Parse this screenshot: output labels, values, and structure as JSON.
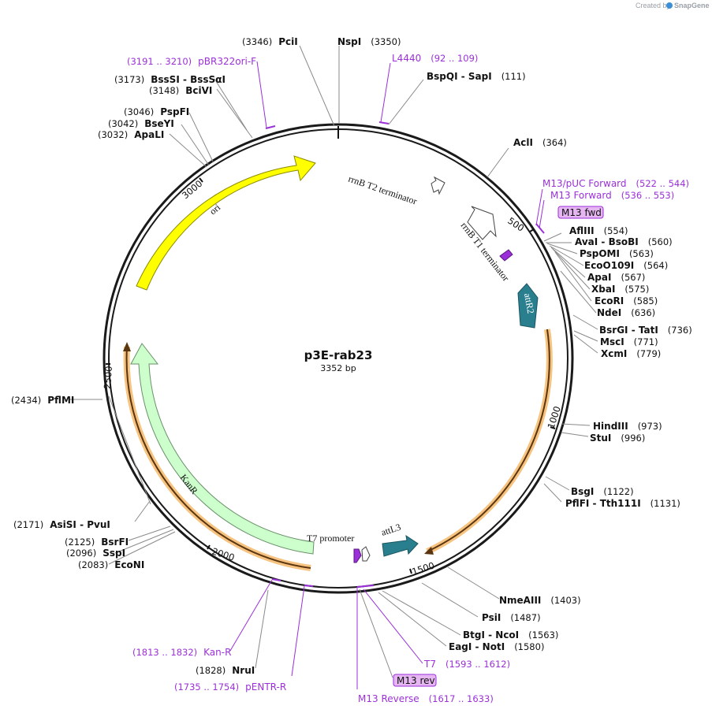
{
  "credit": {
    "prefix": "Created by",
    "brand": "SnapGene"
  },
  "plasmid": {
    "name": "p3E-rab23",
    "size": "3352 bp"
  },
  "ruler": [
    "500",
    "1000",
    "1500",
    "2000",
    "2500",
    "3000"
  ],
  "features": {
    "ori": "ori",
    "kanr": "KanR",
    "attr2": "attR2",
    "attl3": "attL3",
    "rrnb_t2": "rrnB T2 terminator",
    "rrnb_t1": "rrnB T1 terminator",
    "t7_promoter": "T7 promoter"
  },
  "boxes": [
    "M13 fwd",
    "M13 rev"
  ],
  "sites": [
    {
      "pos": "(3346)",
      "name": "PciI",
      "kind": "enzyme",
      "anchor": "end-left"
    },
    {
      "pos": "(3350)",
      "name": "NspI",
      "kind": "enzyme",
      "anchor": "start"
    },
    {
      "pos": "(3191 .. 3210)",
      "name": "pBR322ori-F",
      "kind": "primer"
    },
    {
      "pos": "(92 .. 109)",
      "name": "L4440",
      "kind": "primer"
    },
    {
      "pos": "(111)",
      "name": "BspQI - SapI",
      "kind": "enzyme"
    },
    {
      "pos": "(3173)",
      "name": "BssSI - BssSαI",
      "kind": "enzyme"
    },
    {
      "pos": "(3148)",
      "name": "BciVI",
      "kind": "enzyme"
    },
    {
      "pos": "(3046)",
      "name": "PspFI",
      "kind": "enzyme"
    },
    {
      "pos": "(3042)",
      "name": "BseYI",
      "kind": "enzyme"
    },
    {
      "pos": "(3032)",
      "name": "ApaLI",
      "kind": "enzyme"
    },
    {
      "pos": "(364)",
      "name": "AclI",
      "kind": "enzyme"
    },
    {
      "pos": "(522 .. 544)",
      "name": "M13/pUC Forward",
      "kind": "primer"
    },
    {
      "pos": "(536 .. 553)",
      "name": "M13 Forward",
      "kind": "primer"
    },
    {
      "pos": "(554)",
      "name": "AflIII",
      "kind": "enzyme"
    },
    {
      "pos": "(560)",
      "name": "AvaI - BsoBI",
      "kind": "enzyme"
    },
    {
      "pos": "(563)",
      "name": "PspOMI",
      "kind": "enzyme"
    },
    {
      "pos": "(564)",
      "name": "EcoO109I",
      "kind": "enzyme"
    },
    {
      "pos": "(567)",
      "name": "ApaI",
      "kind": "enzyme"
    },
    {
      "pos": "(575)",
      "name": "XbaI",
      "kind": "enzyme"
    },
    {
      "pos": "(585)",
      "name": "EcoRI",
      "kind": "enzyme"
    },
    {
      "pos": "(636)",
      "name": "NdeI",
      "kind": "enzyme"
    },
    {
      "pos": "(736)",
      "name": "BsrGI - TatI",
      "kind": "enzyme"
    },
    {
      "pos": "(771)",
      "name": "MscI",
      "kind": "enzyme"
    },
    {
      "pos": "(779)",
      "name": "XcmI",
      "kind": "enzyme"
    },
    {
      "pos": "(973)",
      "name": "HindIII",
      "kind": "enzyme"
    },
    {
      "pos": "(996)",
      "name": "StuI",
      "kind": "enzyme"
    },
    {
      "pos": "(1122)",
      "name": "BsgI",
      "kind": "enzyme"
    },
    {
      "pos": "(1131)",
      "name": "PflFI - Tth111I",
      "kind": "enzyme"
    },
    {
      "pos": "(1403)",
      "name": "NmeAIII",
      "kind": "enzyme"
    },
    {
      "pos": "(1487)",
      "name": "PsiI",
      "kind": "enzyme"
    },
    {
      "pos": "(1563)",
      "name": "BtgI - NcoI",
      "kind": "enzyme"
    },
    {
      "pos": "(1580)",
      "name": "EagI - NotI",
      "kind": "enzyme"
    },
    {
      "pos": "(1593 .. 1612)",
      "name": "T7",
      "kind": "primer"
    },
    {
      "pos": "(1617 .. 1633)",
      "name": "M13 Reverse",
      "kind": "primer"
    },
    {
      "pos": "(1813 .. 1832)",
      "name": "Kan-R",
      "kind": "primer"
    },
    {
      "pos": "(1828)",
      "name": "NruI",
      "kind": "enzyme"
    },
    {
      "pos": "(1735 .. 1754)",
      "name": "pENTR-R",
      "kind": "primer"
    },
    {
      "pos": "(2434)",
      "name": "PflMI",
      "kind": "enzyme"
    },
    {
      "pos": "(2171)",
      "name": "AsiSI - PvuI",
      "kind": "enzyme"
    },
    {
      "pos": "(2125)",
      "name": "BsrFI",
      "kind": "enzyme"
    },
    {
      "pos": "(2096)",
      "name": "SspI",
      "kind": "enzyme"
    },
    {
      "pos": "(2083)",
      "name": "EcoNI",
      "kind": "enzyme"
    }
  ]
}
